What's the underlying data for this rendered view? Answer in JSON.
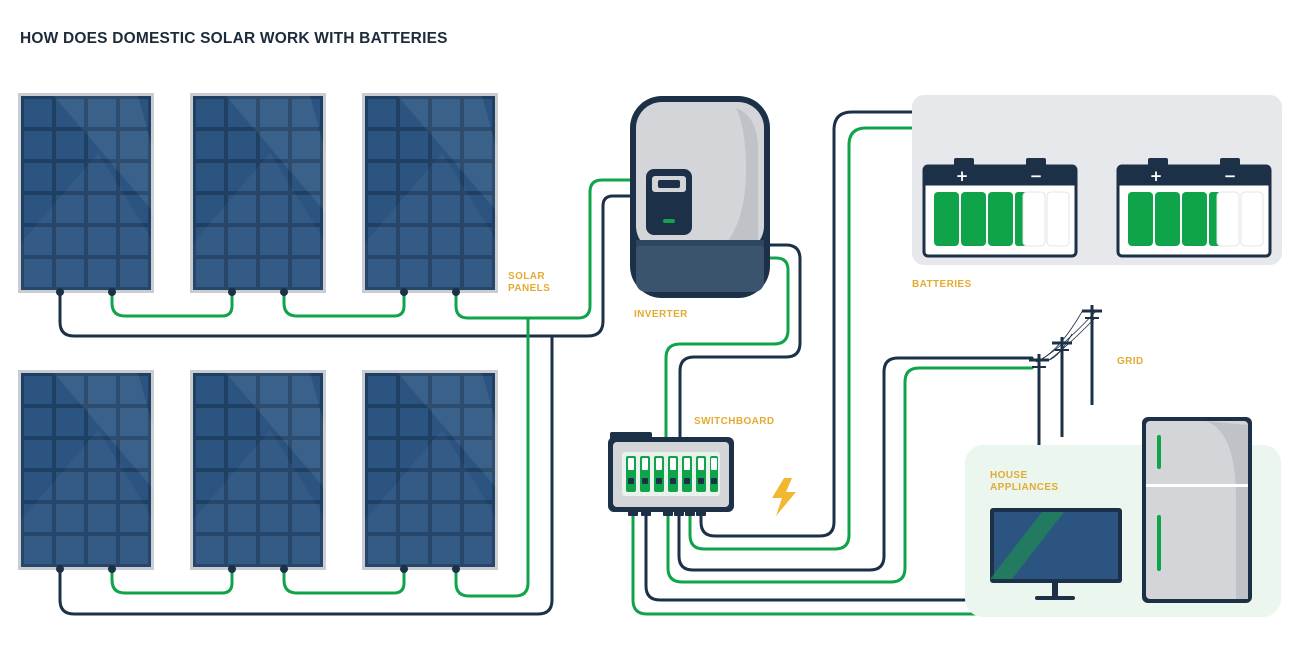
{
  "title": "HOW DOES DOMESTIC SOLAR WORK WITH BATTERIES",
  "labels": {
    "solar_panels": [
      "SOLAR",
      "PANELS"
    ],
    "inverter": "INVERTER",
    "batteries": "BATTERIES",
    "grid": "GRID",
    "switchboard": "SWITCHBOARD",
    "house_appliances": [
      "HOUSE",
      "APPLIANCES"
    ]
  },
  "battery_terminals": {
    "positive": "+",
    "negative": "−"
  },
  "icons": {
    "panel": "solar-panel-icon",
    "inverter": "inverter-icon",
    "battery": "battery-icon",
    "grid": "power-pole-icon",
    "switchboard": "switchboard-icon",
    "bolt": "lightning-bolt-icon",
    "tv": "television-icon",
    "fridge": "refrigerator-icon"
  },
  "colors": {
    "navy": "#1c3047",
    "green": "#0fa34a",
    "panel_cell": "#1f3f63",
    "panel_frame": "#c9cdd2",
    "accent_label": "#e3ab34",
    "battery_area": "#e6e8eb",
    "appliance_area": "#eaf6ee",
    "bolt": "#f2b731"
  }
}
